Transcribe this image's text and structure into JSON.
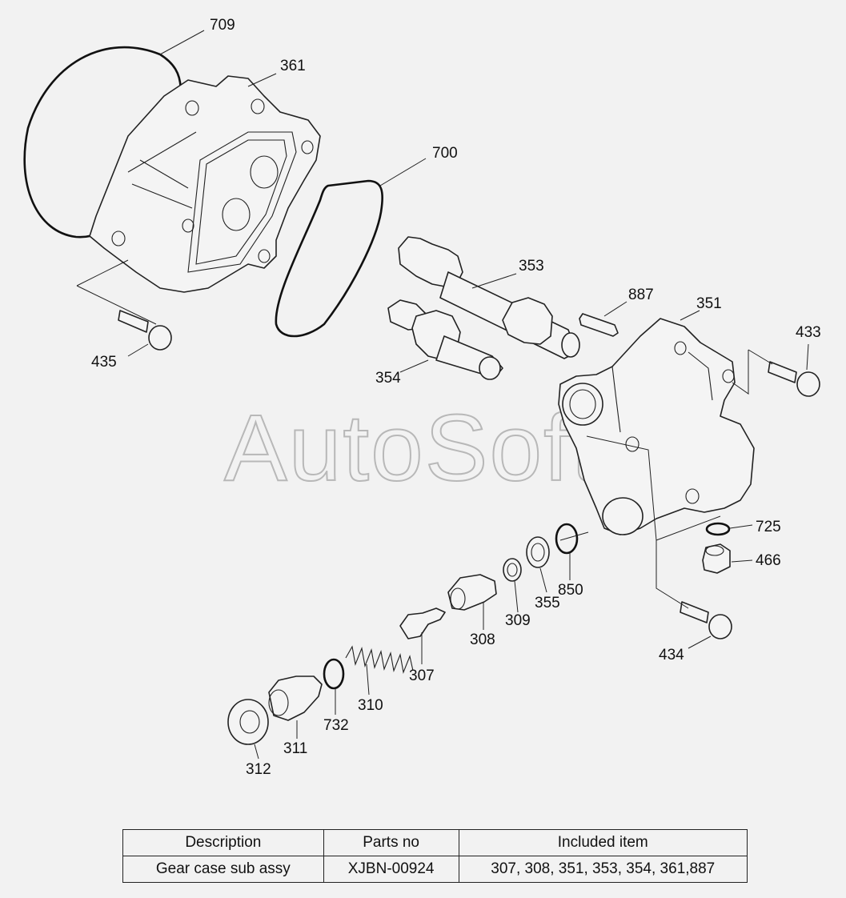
{
  "watermark": "AutoSoft",
  "callouts": [
    "709",
    "361",
    "700",
    "353",
    "887",
    "351",
    "433",
    "435",
    "354",
    "725",
    "466",
    "850",
    "355",
    "309",
    "308",
    "307",
    "434",
    "310",
    "732",
    "311",
    "312"
  ],
  "table": {
    "headers": [
      "Description",
      "Parts no",
      "Included item"
    ],
    "rows": [
      [
        "Gear case sub assy",
        "XJBN-00924",
        "307, 308, 351, 353, 354, 361,887"
      ]
    ]
  }
}
